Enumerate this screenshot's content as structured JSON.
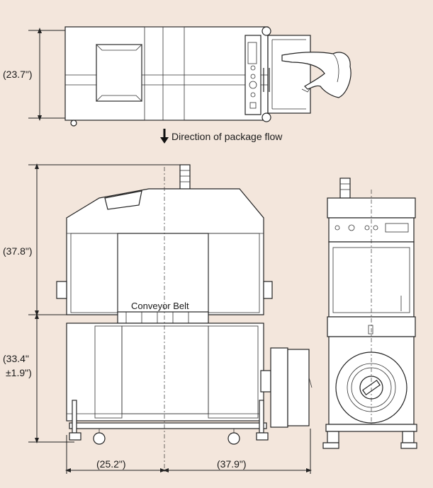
{
  "labels": {
    "top_width": "(23.7\")",
    "flow_direction": "Direction of package flow",
    "upper_height": "(37.8\")",
    "lower_height_line1": "(33.4\"",
    "lower_height_line2": "±1.9\")",
    "conveyor": "Conveyor Belt",
    "left_width": "(25.2\")",
    "right_width": "(37.9\")"
  },
  "colors": {
    "background": "#f3e6dc",
    "line": "#222222",
    "fill": "#ffffff"
  }
}
